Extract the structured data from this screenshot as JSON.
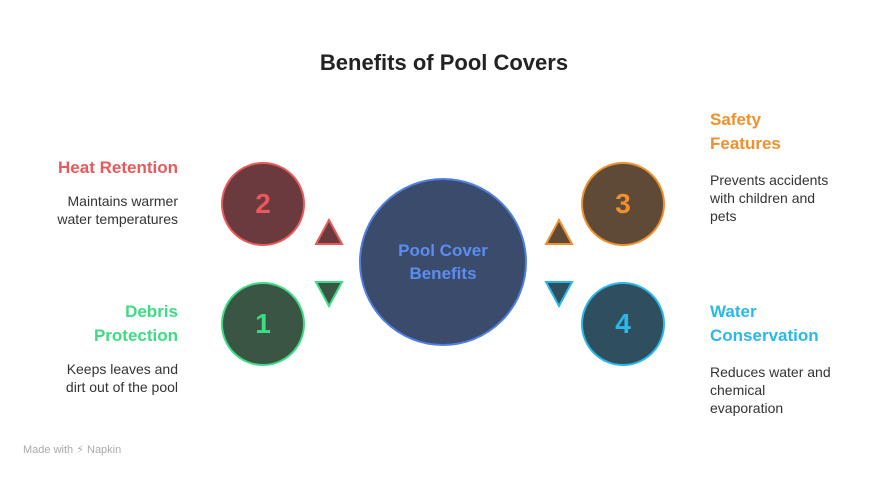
{
  "title": "Benefits of Pool Covers",
  "center": {
    "line1": "Pool Cover",
    "line2": "Benefits"
  },
  "items": [
    {
      "number": "2",
      "heading_lines": [
        "Heat Retention"
      ],
      "description_lines": [
        "Maintains warmer",
        "water temperatures"
      ],
      "color": "#e8595b"
    },
    {
      "number": "1",
      "heading_lines": [
        "Debris",
        "Protection"
      ],
      "description_lines": [
        "Keeps leaves and",
        "dirt out of the pool"
      ],
      "color": "#3ddc84"
    },
    {
      "number": "3",
      "heading_lines": [
        "Safety",
        "Features"
      ],
      "description_lines": [
        "Prevents accidents",
        "with children and",
        "pets"
      ],
      "color": "#f0902c"
    },
    {
      "number": "4",
      "heading_lines": [
        "Water",
        "Conservation"
      ],
      "description_lines": [
        "Reduces water and",
        "chemical",
        "evaporation"
      ],
      "color": "#2ab8ea"
    }
  ],
  "footer": {
    "text": "Made with",
    "brand": "Napkin",
    "icon": "napkin-logo-icon"
  }
}
